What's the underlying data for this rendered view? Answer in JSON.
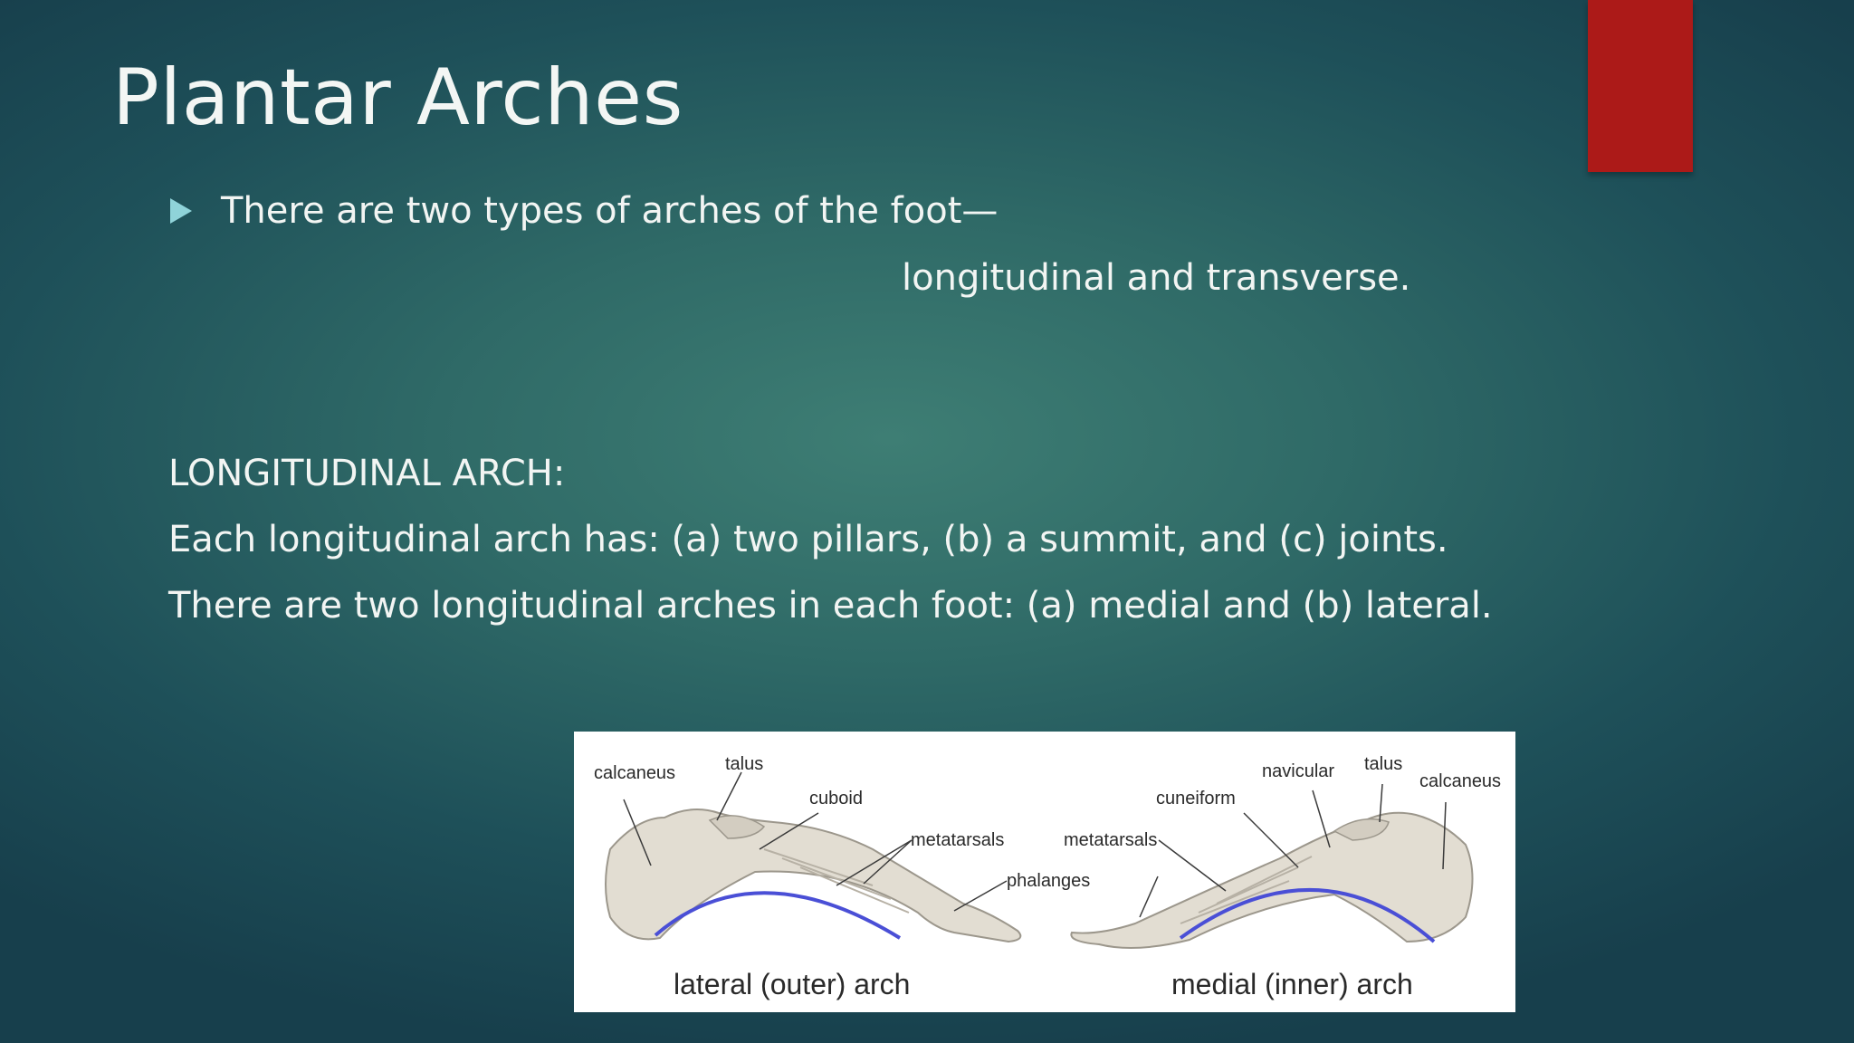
{
  "slide": {
    "title": "Plantar Arches",
    "bullet": {
      "icon": "triangle-bullet-icon",
      "text": "There are two types of arches of the foot—",
      "continuation": "longitudinal and transverse."
    },
    "heading": "LONGITUDINAL ARCH:",
    "lines": [
      "Each longitudinal arch has: (a) two pillars, (b) a summit, and (c) joints.",
      "There are two longitudinal arches in each foot: (a) medial and (b) lateral."
    ]
  },
  "figure": {
    "lateral": {
      "labels": {
        "calcaneus": "calcaneus",
        "talus": "talus",
        "cuboid": "cuboid",
        "metatarsals": "metatarsals"
      },
      "caption": "lateral (outer) arch"
    },
    "medial": {
      "labels": {
        "navicular": "navicular",
        "talus": "talus",
        "calcaneus": "calcaneus",
        "cuneiform": "cuneiform",
        "metatarsals": "metatarsals"
      },
      "caption": "medial (inner) arch"
    },
    "shared_label": "phalanges"
  },
  "colors": {
    "accent_bar": "#ac1a18",
    "bullet": "#8fd3d9",
    "arch_line": "#4a4fd6"
  }
}
